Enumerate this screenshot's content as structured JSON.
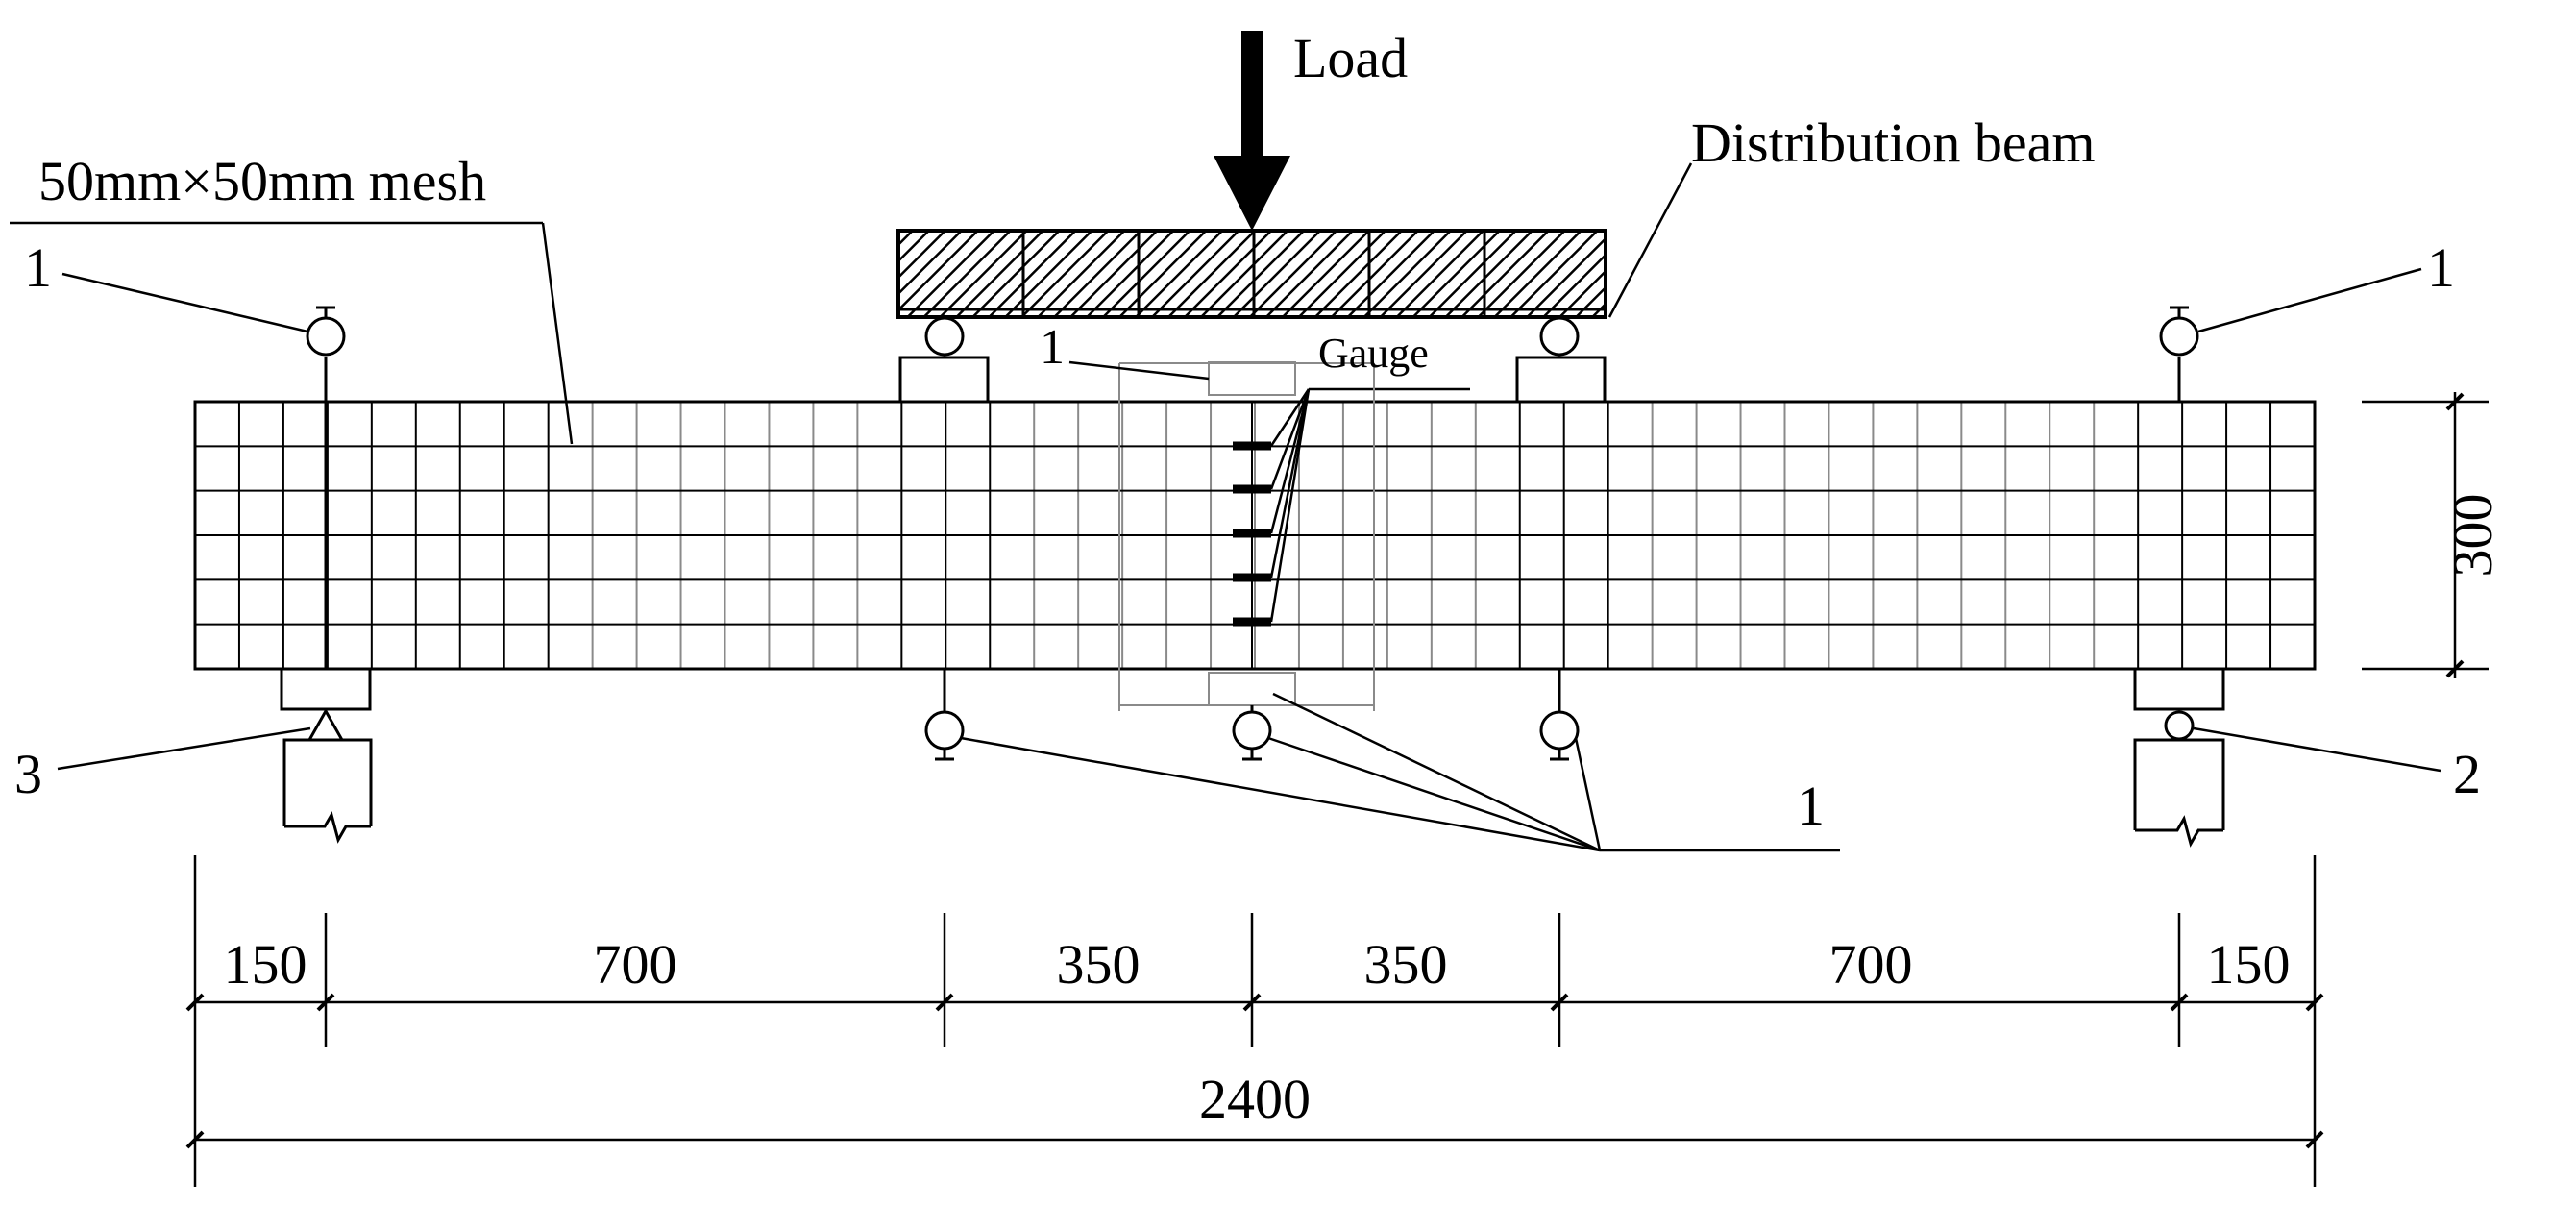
{
  "labels": {
    "load": "Load",
    "distribution_beam": "Distribution beam",
    "mesh": "50mm×50mm mesh",
    "gauge": "Gauge",
    "dial_gauge_marker": "1",
    "roller_support_marker": "2",
    "pin_support_marker": "3",
    "height": "300"
  },
  "dimensions": {
    "segments": [
      "150",
      "700",
      "350",
      "350",
      "700",
      "150"
    ],
    "total": "2400"
  },
  "colors": {
    "line": "#000000",
    "mesh_light": "#8a8a8a",
    "hatch": "#000000"
  }
}
